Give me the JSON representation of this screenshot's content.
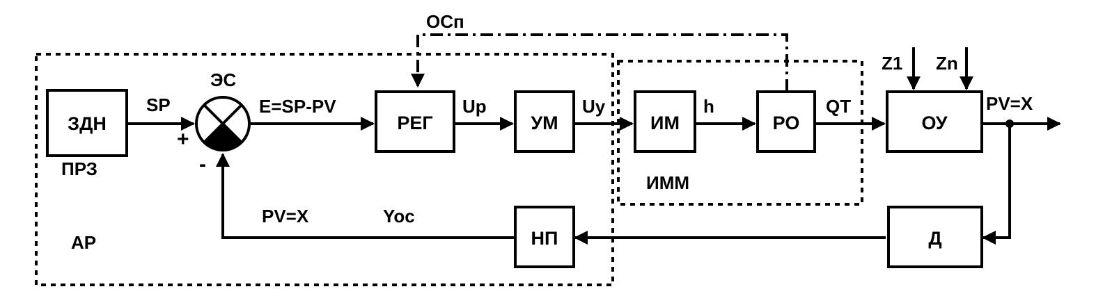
{
  "blocks": {
    "zdn": "ЗДН",
    "reg": "РЕГ",
    "um": "УМ",
    "im": "ИМ",
    "ro": "РО",
    "ou": "ОУ",
    "np": "НП",
    "d": "Д"
  },
  "labels": {
    "ocn": "ОСп",
    "ec": "ЭС",
    "sp": "SP",
    "plus": "+",
    "minus": "-",
    "prz": "ПРЗ",
    "error": "E=SP-PV",
    "up": "Up",
    "uy": "Uy",
    "h": "h",
    "qt": "QT",
    "z1": "Z1",
    "zn": "Zn",
    "pv_out": "PV=X",
    "imm": "ИММ",
    "pv_fb": "PV=X",
    "yoc": "Yoc",
    "ap": "АР"
  }
}
